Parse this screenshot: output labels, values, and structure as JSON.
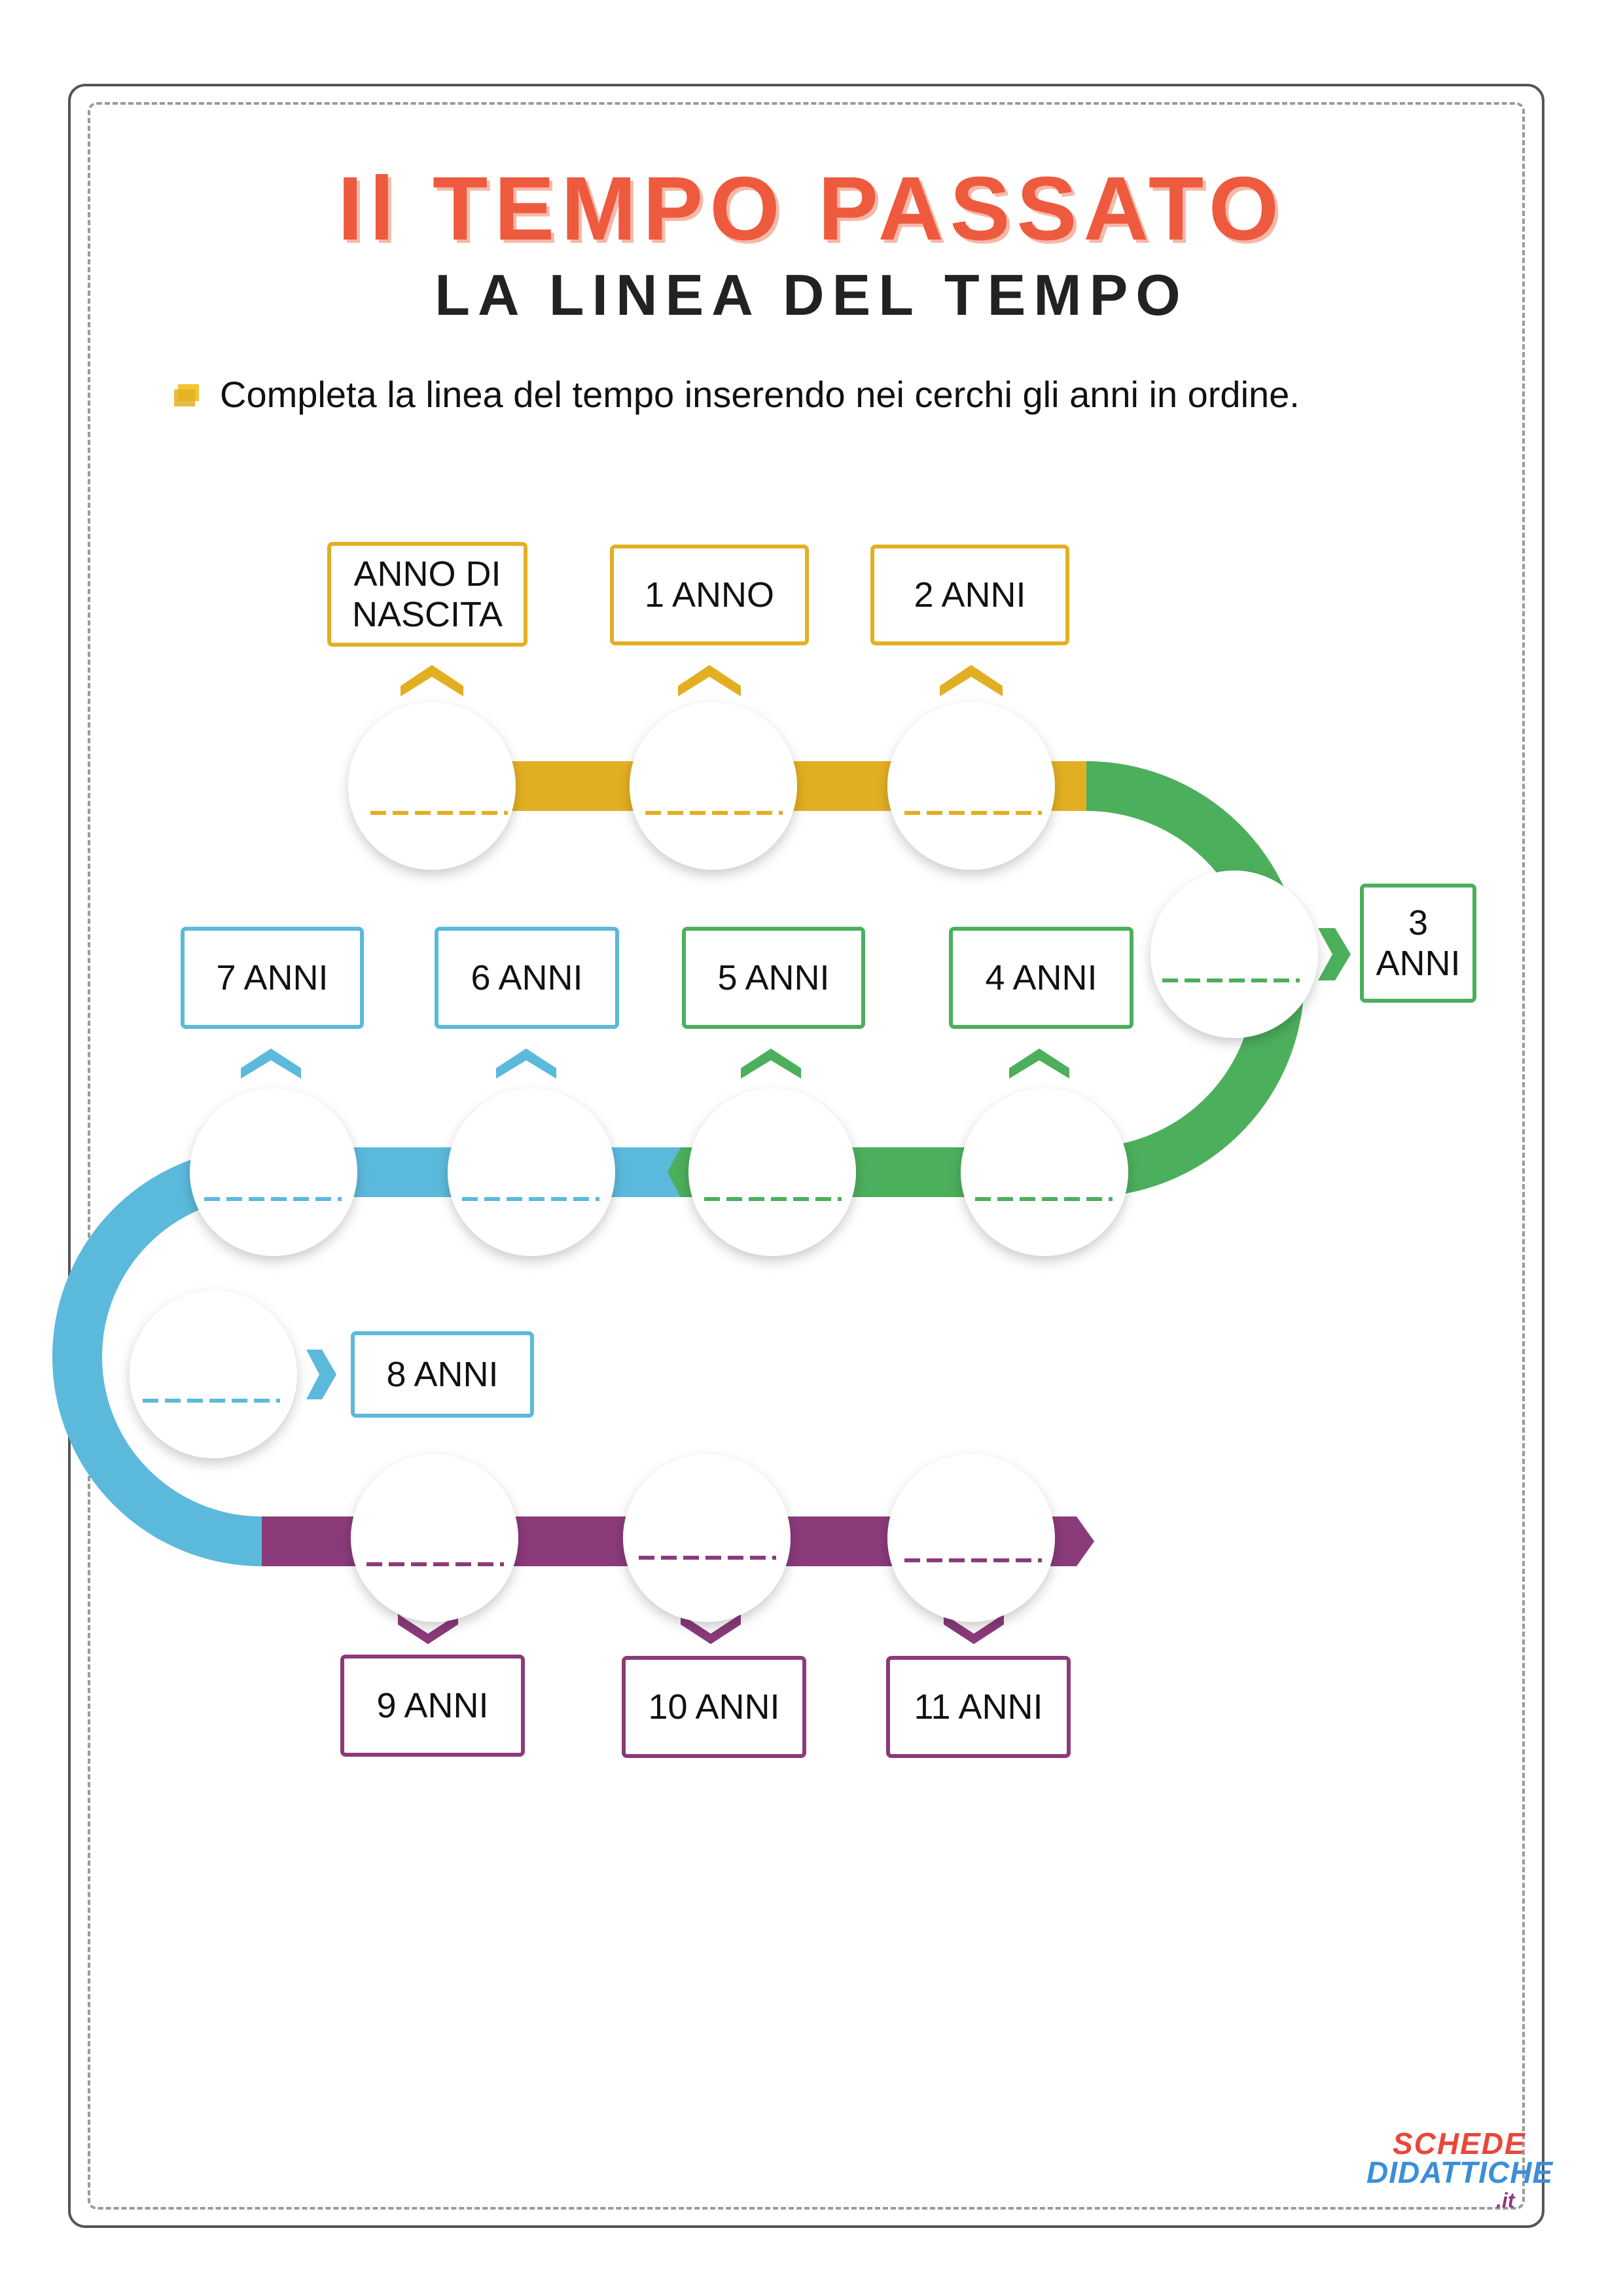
{
  "header": {
    "title": "Il TEMPO PASSATO",
    "subtitle": "LA LINEA DEL TEMPO"
  },
  "instruction": "Completa la linea del tempo inserendo nei cerchi gli anni in ordine.",
  "colors": {
    "yellow": "#e3af22",
    "green": "#4caf5c",
    "blue": "#5bb9dc",
    "purple": "#8b3a7a",
    "title": "#ee5a3e"
  },
  "labels": [
    {
      "text": "ANNO DI\nNASCITA",
      "color": "yellow"
    },
    {
      "text": "1 ANNO",
      "color": "yellow"
    },
    {
      "text": "2 ANNI",
      "color": "yellow"
    },
    {
      "text": "3\nANNI",
      "color": "green"
    },
    {
      "text": "4 ANNI",
      "color": "green"
    },
    {
      "text": "5 ANNI",
      "color": "green"
    },
    {
      "text": "6 ANNI",
      "color": "blue"
    },
    {
      "text": "7 ANNI",
      "color": "blue"
    },
    {
      "text": "8 ANNI",
      "color": "blue"
    },
    {
      "text": "9 ANNI",
      "color": "purple"
    },
    {
      "text": "10 ANNI",
      "color": "purple"
    },
    {
      "text": "11 ANNI",
      "color": "purple"
    }
  ],
  "logo": {
    "line1": "SCHEDE",
    "line2": "DIDATTICHE",
    "suffix": ".it"
  }
}
